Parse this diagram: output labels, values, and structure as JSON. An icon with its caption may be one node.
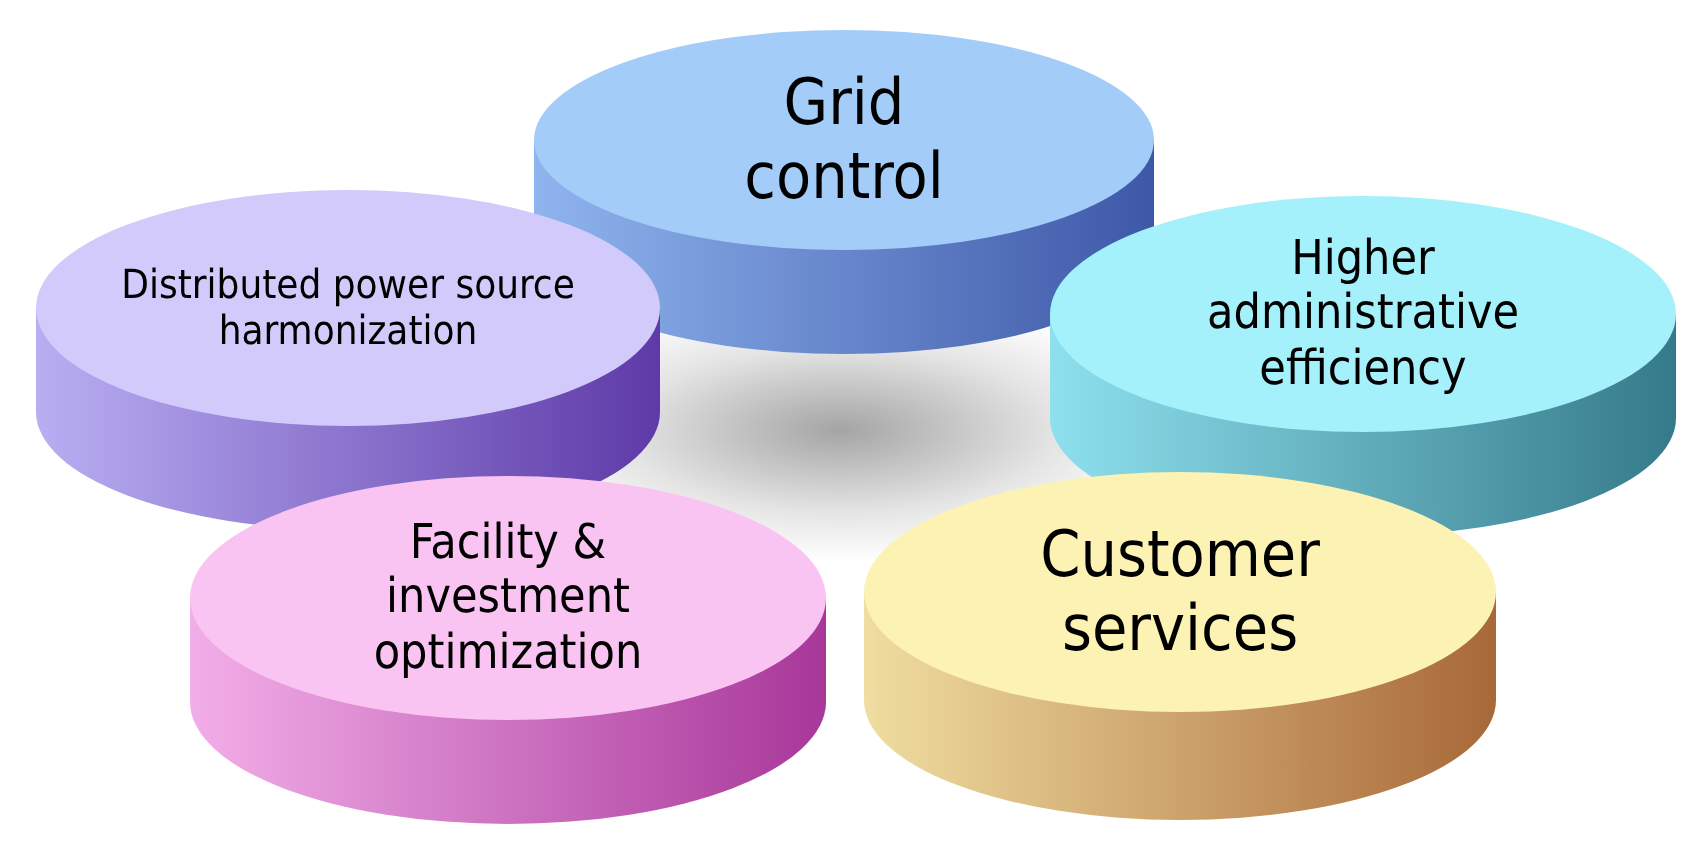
{
  "diagram": {
    "nodes": [
      {
        "text": [
          "Grid control"
        ]
      },
      {
        "text": [
          "Distributed power source harmonization"
        ]
      },
      {
        "text": [
          "Higher administrative efficiency"
        ]
      },
      {
        "text": [
          "Facility & investment optimization"
        ]
      },
      {
        "text": [
          "Customer services"
        ]
      }
    ]
  }
}
